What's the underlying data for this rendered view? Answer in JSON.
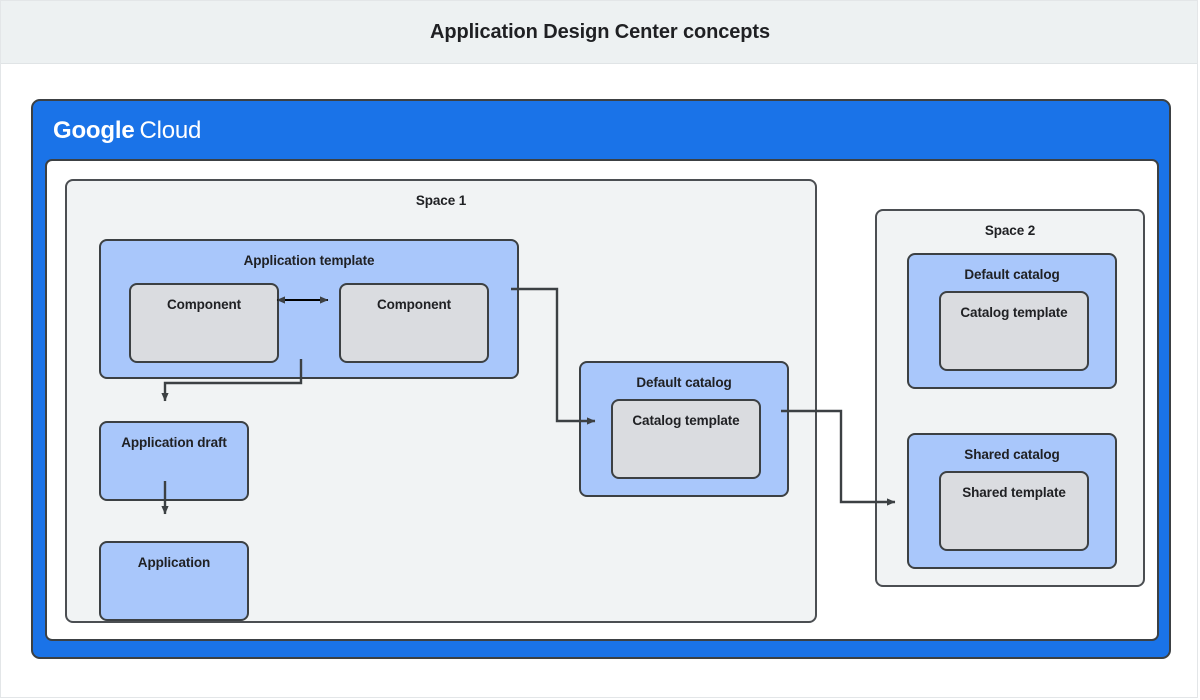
{
  "header": {
    "title": "Application Design Center concepts"
  },
  "cloud": {
    "logo_primary": "Google",
    "logo_secondary": "Cloud"
  },
  "colors": {
    "cloud_blue": "#1a73e8",
    "box_blue": "#a9c7fb",
    "box_gray": "#dadce0",
    "space_gray": "#f1f3f4",
    "stroke": "#3c4043",
    "header_band": "#edf1f2"
  },
  "space1": {
    "label": "Space 1",
    "application_template": {
      "label": "Application template",
      "components": [
        {
          "label": "Component"
        },
        {
          "label": "Component"
        }
      ]
    },
    "application_draft": {
      "label": "Application draft"
    },
    "application": {
      "label": "Application"
    },
    "default_catalog": {
      "label": "Default catalog",
      "template": {
        "label": "Catalog template"
      }
    }
  },
  "space2": {
    "label": "Space 2",
    "default_catalog": {
      "label": "Default catalog",
      "template": {
        "label": "Catalog template"
      }
    },
    "shared_catalog": {
      "label": "Shared catalog",
      "template": {
        "label": "Shared template"
      }
    }
  },
  "connectors": [
    {
      "name": "components-bidirectional",
      "from": "component-1",
      "to": "component-2",
      "arrows": "both"
    },
    {
      "name": "app-template-to-default-catalog",
      "from": "application-template",
      "to": "catalog-template-space1",
      "arrows": "end"
    },
    {
      "name": "app-template-to-application-draft",
      "from": "application-template",
      "to": "application-draft",
      "arrows": "end"
    },
    {
      "name": "application-draft-to-application",
      "from": "application-draft",
      "to": "application",
      "arrows": "end"
    },
    {
      "name": "default-catalog-to-shared-catalog",
      "from": "default-catalog-space1",
      "to": "shared-catalog-space2",
      "arrows": "end"
    }
  ]
}
